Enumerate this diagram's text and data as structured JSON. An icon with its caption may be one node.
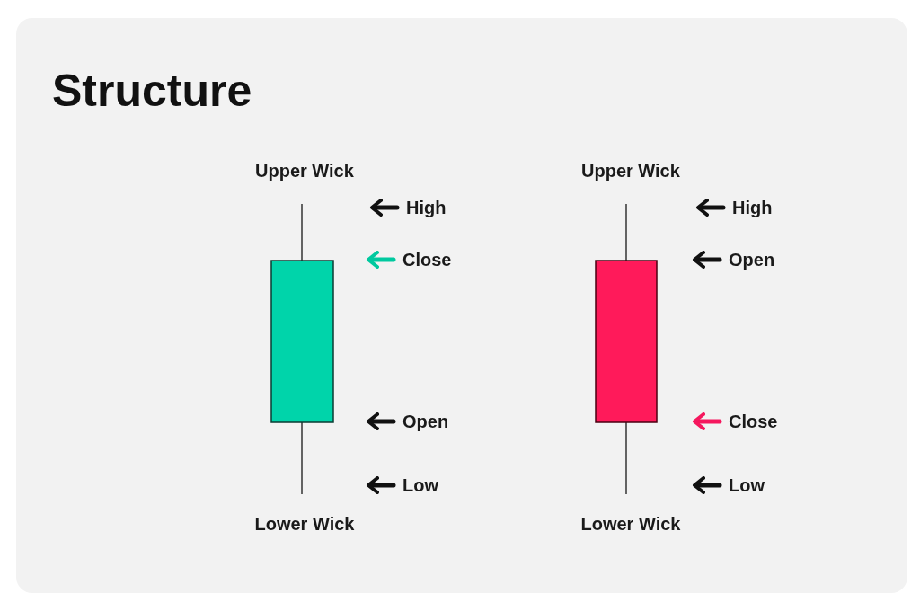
{
  "diagram": {
    "title": "Structure",
    "nodes": [
      {
        "text": [
          "Upper Wick"
        ]
      },
      {
        "text": [
          "High"
        ]
      },
      {
        "text": [
          "Close"
        ]
      },
      {
        "text": [
          "Open"
        ]
      },
      {
        "text": [
          "Low"
        ]
      },
      {
        "text": [
          "Lower Wick"
        ]
      },
      {
        "text": [
          "Upper Wick"
        ]
      },
      {
        "text": [
          "High"
        ]
      },
      {
        "text": [
          "Open"
        ]
      },
      {
        "text": [
          "Close"
        ]
      },
      {
        "text": [
          "Low"
        ]
      },
      {
        "text": [
          "Lower Wick"
        ]
      }
    ],
    "edges": [
      {
        "from": 1,
        "to": null,
        "arrow": "to"
      },
      {
        "from": 2,
        "to": null,
        "arrow": "to",
        "color": "#00c99f"
      },
      {
        "from": 3,
        "to": null,
        "arrow": "to"
      },
      {
        "from": 4,
        "to": null,
        "arrow": "to"
      },
      {
        "from": 7,
        "to": null,
        "arrow": "to"
      },
      {
        "from": 8,
        "to": null,
        "arrow": "to"
      },
      {
        "from": 9,
        "to": null,
        "arrow": "to",
        "color": "#f5175e"
      },
      {
        "from": 10,
        "to": null,
        "arrow": "to"
      }
    ]
  }
}
